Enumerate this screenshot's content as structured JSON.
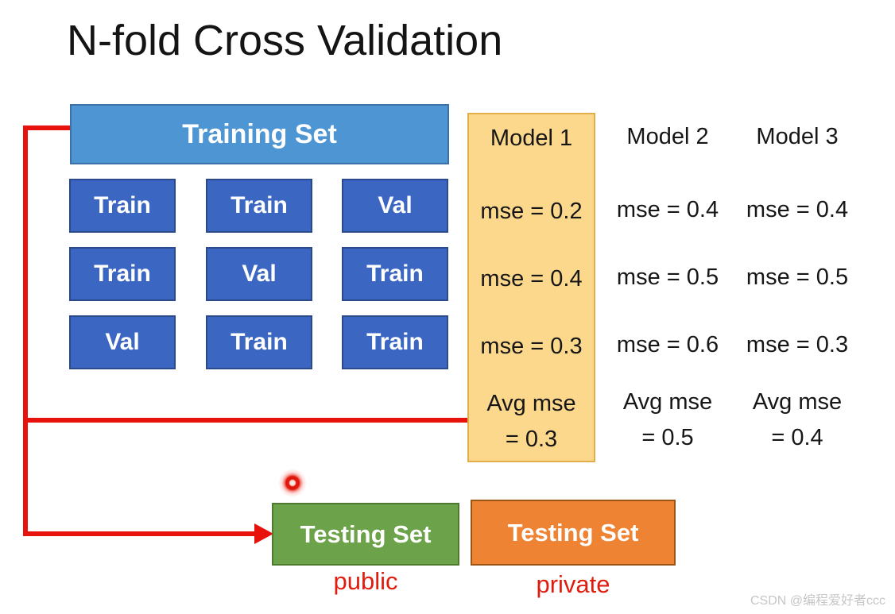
{
  "title": "N-fold Cross Validation",
  "training": {
    "header": "Training Set",
    "folds": [
      [
        "Train",
        "Train",
        "Val"
      ],
      [
        "Train",
        "Val",
        "Train"
      ],
      [
        "Val",
        "Train",
        "Train"
      ]
    ]
  },
  "models": [
    {
      "name": "Model 1",
      "highlighted": true,
      "mse": [
        "mse = 0.2",
        "mse = 0.4",
        "mse = 0.3"
      ],
      "avg_label": "Avg mse",
      "avg_value": "= 0.3"
    },
    {
      "name": "Model 2",
      "highlighted": false,
      "mse": [
        "mse = 0.4",
        "mse = 0.5",
        "mse = 0.6"
      ],
      "avg_label": "Avg mse",
      "avg_value": "= 0.5"
    },
    {
      "name": "Model 3",
      "highlighted": false,
      "mse": [
        "mse = 0.4",
        "mse = 0.5",
        "mse = 0.3"
      ],
      "avg_label": "Avg mse",
      "avg_value": "= 0.4"
    }
  ],
  "testing": [
    {
      "label": "Testing Set",
      "sublabel": "public",
      "color": "#6CA24A"
    },
    {
      "label": "Testing Set",
      "sublabel": "private",
      "color": "#EE8333"
    }
  ],
  "watermark": "CSDN @编程爱好者ccc",
  "colors": {
    "fold_blue": "#3B67C3",
    "header_blue": "#4E95D3",
    "highlight_yellow": "#FCD88D",
    "testing_green": "#6CA24A",
    "testing_orange": "#EE8333",
    "connector_red": "#E8120C",
    "label_red": "#E01C0E"
  }
}
